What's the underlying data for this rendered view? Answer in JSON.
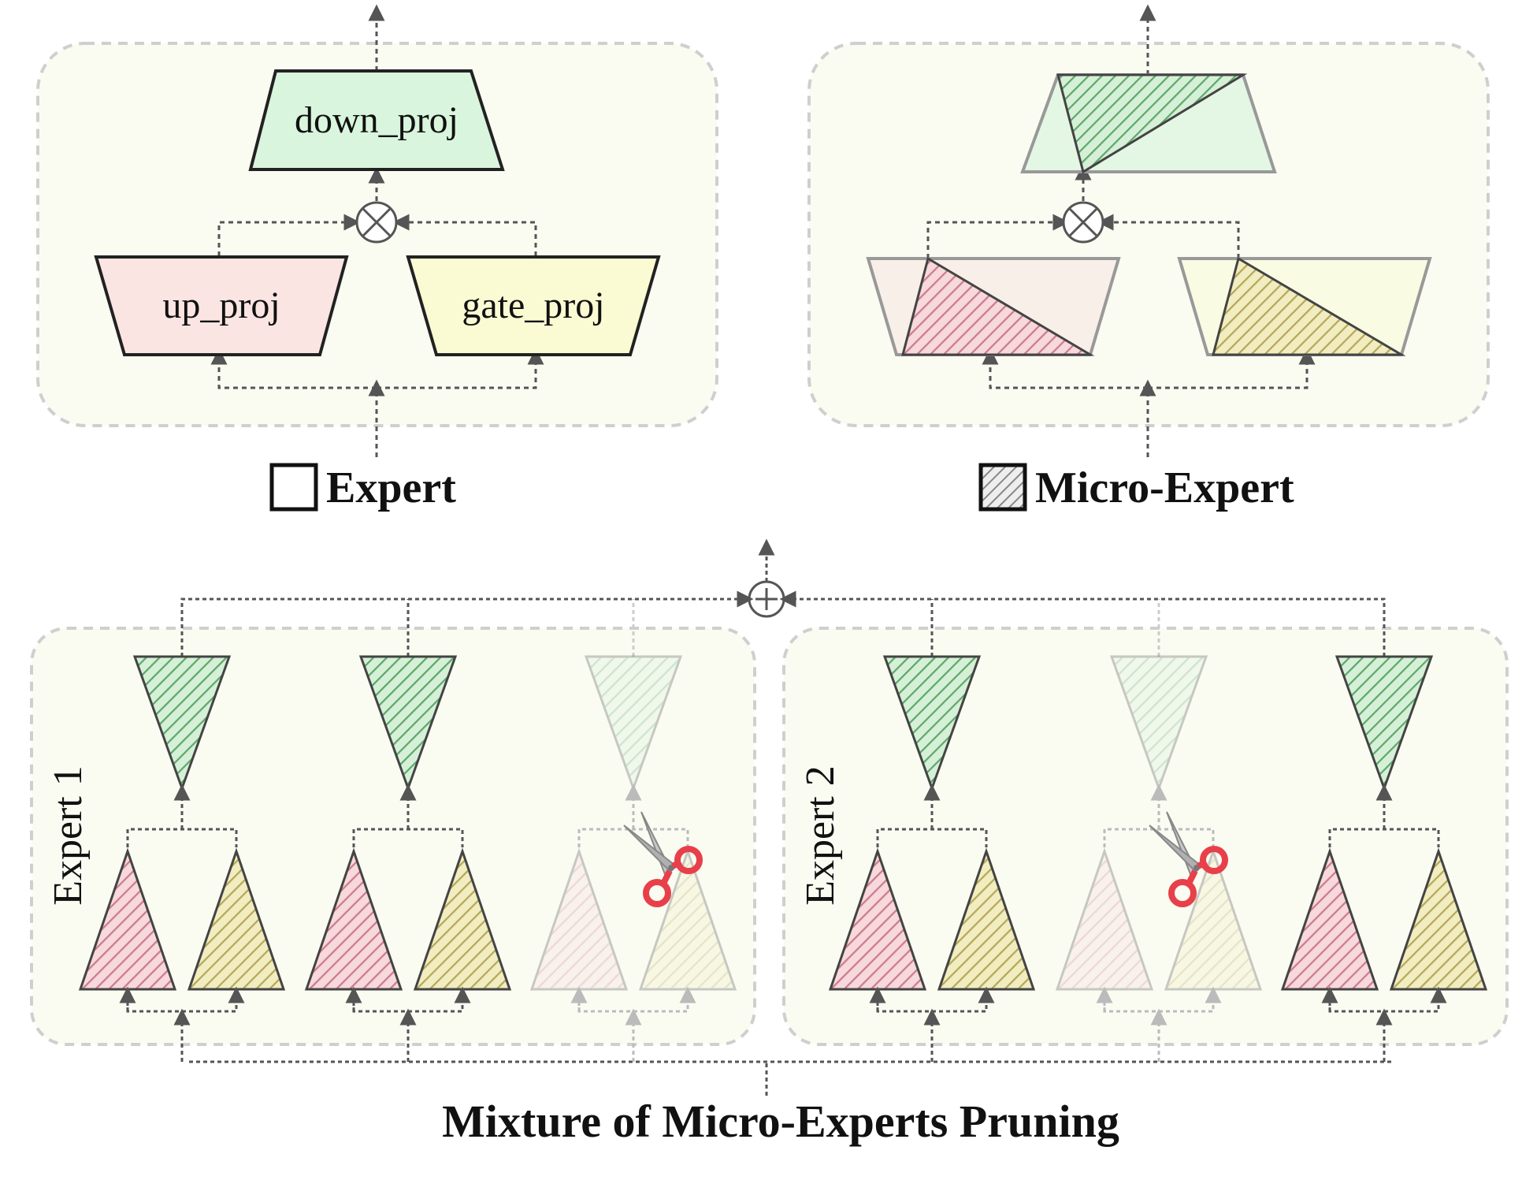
{
  "top_left": {
    "down_label": "down_proj",
    "up_label": "up_proj",
    "gate_label": "gate_proj",
    "legend_label": "Expert"
  },
  "top_right": {
    "legend_label": "Micro-Expert"
  },
  "bottom": {
    "expert1_label": "Expert 1",
    "expert2_label": "Expert 2",
    "title": "Mixture of Micro-Experts Pruning"
  },
  "colors": {
    "green_fill": "#d9f5de",
    "pink_fill": "#fbe5e3",
    "yellow_fill": "#fafbd2",
    "green_hatch": "#5fa86b",
    "pink_hatch": "#cc7c8a",
    "yellow_hatch": "#b5a85a",
    "panel_bg": "#fafcf2",
    "scissors": "#e8404a"
  }
}
